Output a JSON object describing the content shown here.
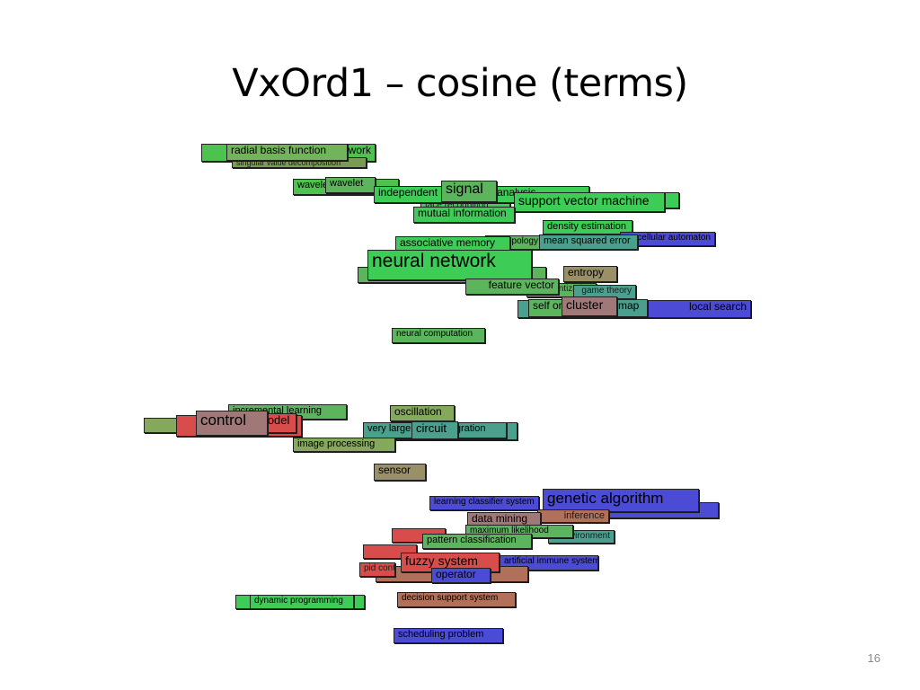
{
  "slide": {
    "title": "VxOrd1 – cosine (terms)",
    "page_number": "16"
  },
  "colors": {
    "green_bright": "#3dcc55",
    "green": "#5cb55c",
    "green_olive": "#84a85c",
    "olive": "#9a9068",
    "teal": "#4aa08c",
    "blue": "#4b4bd6",
    "red": "#d94c4c",
    "brown": "#b0705a",
    "mauve": "#a07878"
  },
  "terms": [
    {
      "id": "radial-basis-function-network",
      "label": "radial basis function network",
      "color": "#4ec24e"
    },
    {
      "id": "singular-value-decomposition",
      "label": "singular value decomposition",
      "color": "#7a9a55"
    },
    {
      "id": "radial-basis-function",
      "label": "radial basis function",
      "color": "#72b45a"
    },
    {
      "id": "wavelet-transform",
      "label": "wavelet transform",
      "color": "#4ec24e"
    },
    {
      "id": "wavelet",
      "label": "wavelet",
      "color": "#5cb55c"
    },
    {
      "id": "independent-component-analysis",
      "label": "independent component analysis",
      "color": "#3dcc55"
    },
    {
      "id": "face-recognition",
      "label": "face recognition",
      "color": "#3dcc55"
    },
    {
      "id": "signal",
      "label": "signal",
      "color": "#5cb55c"
    },
    {
      "id": "support-vector-machine",
      "label": "support vector machine",
      "color": "#3dcc55"
    },
    {
      "id": "mutual-information",
      "label": "mutual information",
      "color": "#3dcc55"
    },
    {
      "id": "density-estimation",
      "label": "density estimation",
      "color": "#3dcc55"
    },
    {
      "id": "associative-memory",
      "label": "associative memory",
      "color": "#3dcc55"
    },
    {
      "id": "topology",
      "label": "topology",
      "color": "#5cb55c"
    },
    {
      "id": "mean-squared-error",
      "label": "mean squared error",
      "color": "#4aa08c"
    },
    {
      "id": "cellular-automaton",
      "label": "cellular automaton",
      "color": "#4b4bd6"
    },
    {
      "id": "neural-network",
      "label": "neural network",
      "color": "#3dcc55"
    },
    {
      "id": "entropy",
      "label": "entropy",
      "color": "#9a9068"
    },
    {
      "id": "feature-vector",
      "label": "feature vector",
      "color": "#5cb55c"
    },
    {
      "id": "quantization",
      "label": "quantization",
      "color": "#5cb55c"
    },
    {
      "id": "game-theory",
      "label": "game theory",
      "color": "#4aa08c"
    },
    {
      "id": "self-organizing-map",
      "label": "self organizing map",
      "color": "#5cb55c"
    },
    {
      "id": "cluster",
      "label": "cluster",
      "color": "#a07878"
    },
    {
      "id": "map",
      "label": "map",
      "color": "#4aa08c"
    },
    {
      "id": "local-search",
      "label": "local search",
      "color": "#4b4bd6"
    },
    {
      "id": "neural-computation",
      "label": "neural computation",
      "color": "#5cb55c"
    },
    {
      "id": "incremental-learning",
      "label": "incremental learning",
      "color": "#5cb55c"
    },
    {
      "id": "control",
      "label": "control",
      "color": "#a07878"
    },
    {
      "id": "model",
      "label": "model",
      "color": "#d94c4c"
    },
    {
      "id": "oscillation",
      "label": "oscillation",
      "color": "#84a85c"
    },
    {
      "id": "very-large-scale-integration",
      "label": "very large scale integration",
      "color": "#4aa08c"
    },
    {
      "id": "circuit",
      "label": "circuit",
      "color": "#4aa08c"
    },
    {
      "id": "image-processing",
      "label": "image processing",
      "color": "#84a85c"
    },
    {
      "id": "sensor",
      "label": "sensor",
      "color": "#9a9068"
    },
    {
      "id": "learning-classifier-system",
      "label": "learning classifier system",
      "color": "#4b4bd6"
    },
    {
      "id": "genetic-algorithm",
      "label": "genetic algorithm",
      "color": "#4b4bd6"
    },
    {
      "id": "data-mining",
      "label": "data mining",
      "color": "#a07878"
    },
    {
      "id": "inference",
      "label": "inference",
      "color": "#b0705a"
    },
    {
      "id": "maximum-likelihood",
      "label": "maximum likelihood",
      "color": "#5cb55c"
    },
    {
      "id": "environment",
      "label": "environment",
      "color": "#4aa08c"
    },
    {
      "id": "pattern-classification",
      "label": "pattern classification",
      "color": "#5cb55c"
    },
    {
      "id": "fuzzy-system",
      "label": "fuzzy system",
      "color": "#d94c4c"
    },
    {
      "id": "operator",
      "label": "operator",
      "color": "#4b4bd6"
    },
    {
      "id": "artificial-immune-system",
      "label": "artificial immune system",
      "color": "#4b4bd6"
    },
    {
      "id": "pid-controller",
      "label": "pid controller",
      "color": "#d94c4c"
    },
    {
      "id": "decision-support-system",
      "label": "decision support system",
      "color": "#b0705a"
    },
    {
      "id": "dynamic-programming",
      "label": "dynamic programming",
      "color": "#3dcc55"
    },
    {
      "id": "scheduling-problem",
      "label": "scheduling problem",
      "color": "#4b4bd6"
    }
  ]
}
